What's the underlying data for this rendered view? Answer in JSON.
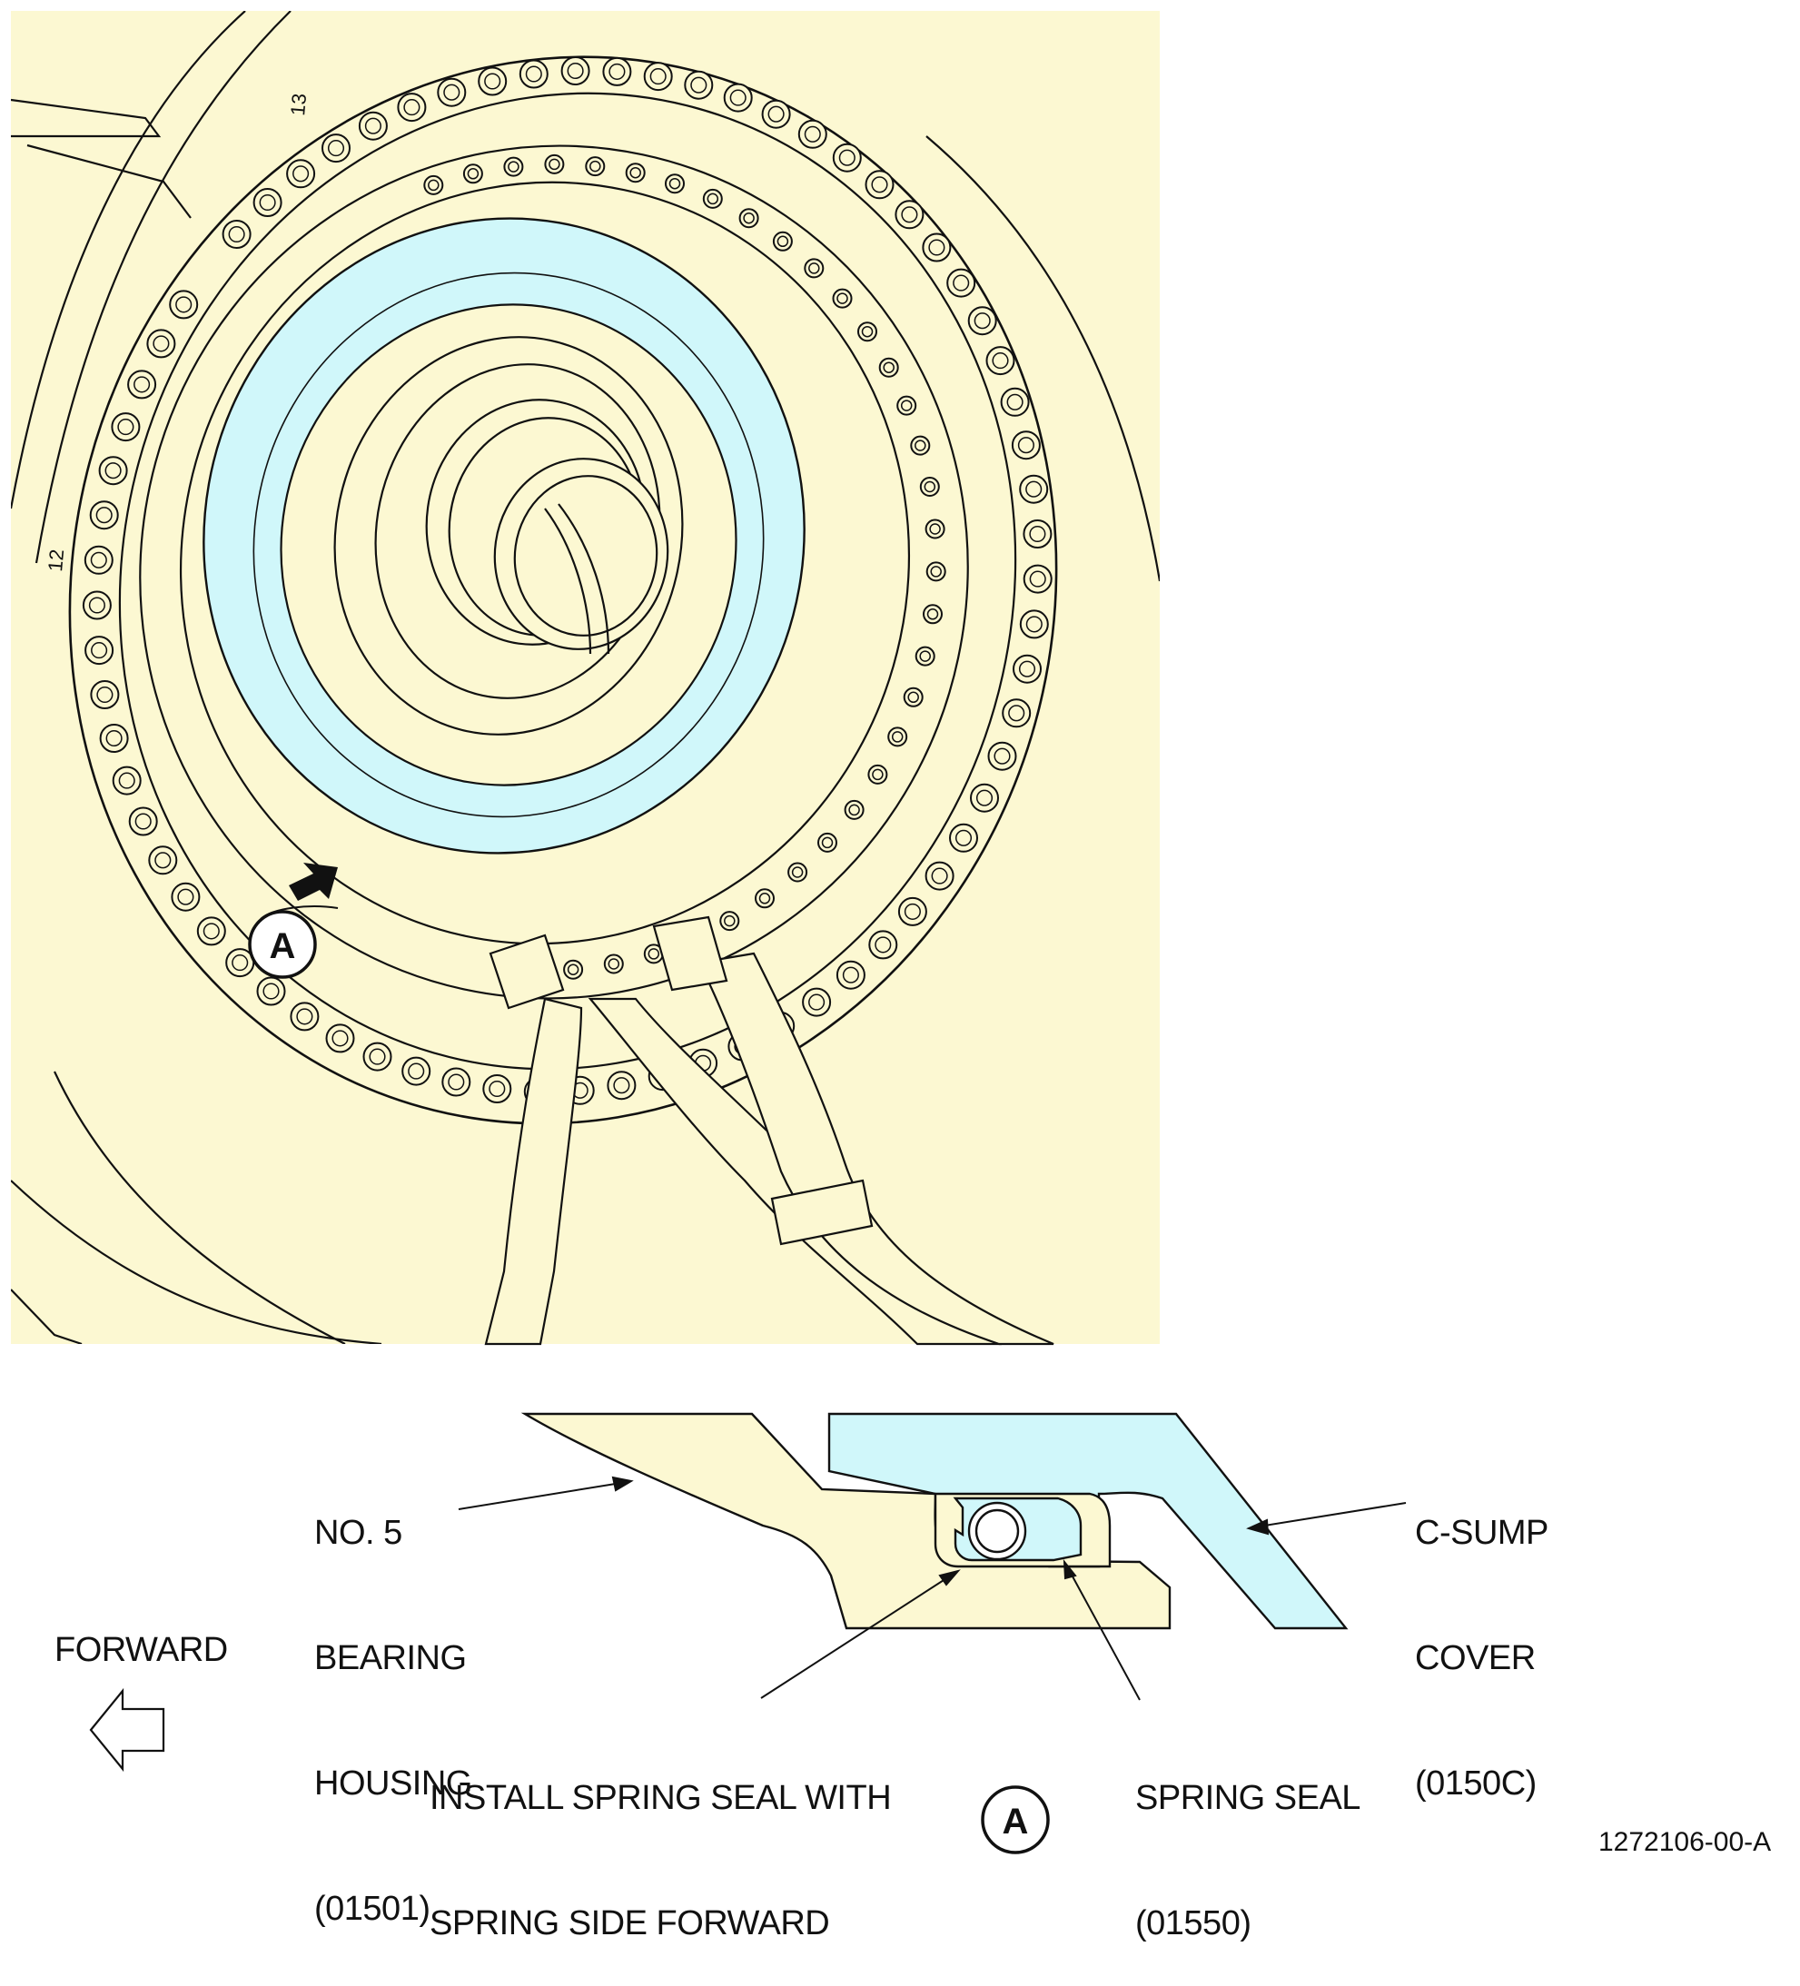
{
  "view_callout": "A",
  "detail_title": "A",
  "figure_number": "1272106-00-A",
  "clock_marks": [
    "13",
    "12"
  ],
  "labels": {
    "bearing_housing": [
      "NO. 5",
      "BEARING",
      "HOUSING",
      "(01501)"
    ],
    "csump_cover": [
      "C-SUMP",
      "COVER",
      "(0150C)"
    ],
    "install_note": [
      "INSTALL SPRING SEAL WITH",
      "SPRING SIDE FORWARD"
    ],
    "spring_seal": [
      "SPRING SEAL",
      "(01550)"
    ],
    "forward": "FORWARD"
  },
  "colors": {
    "engine_fill": "#fcf8d2",
    "cover_fill": "#d0f7fa",
    "line": "#111111",
    "background": "#ffffff"
  }
}
